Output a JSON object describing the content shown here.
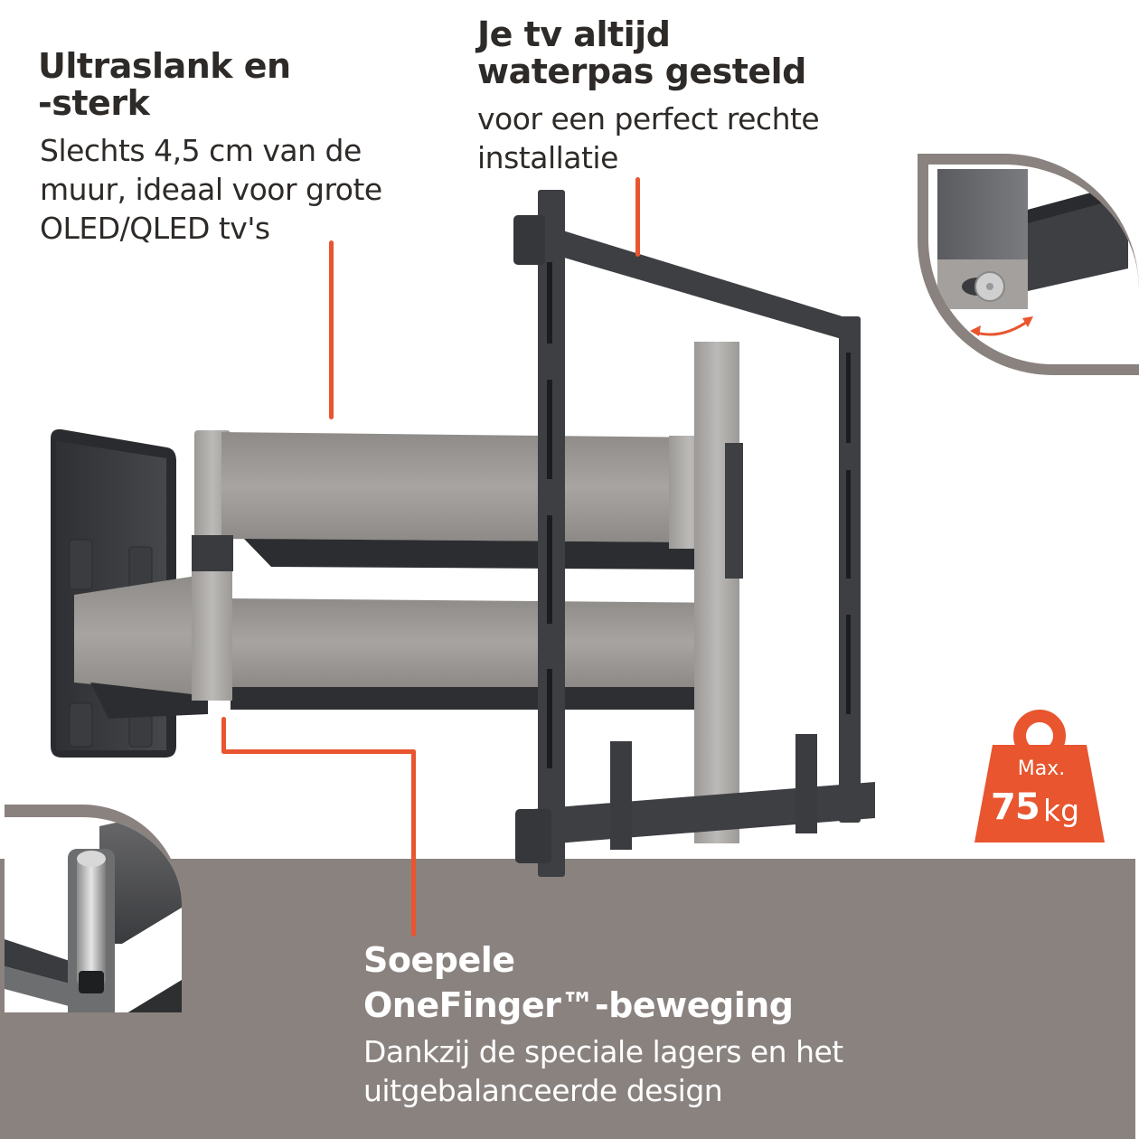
{
  "features": {
    "slim": {
      "title_line1": "Ultraslank en",
      "title_line2": "-sterk",
      "desc_line1": "Slechts 4,5 cm van de",
      "desc_line2": "muur, ideaal voor grote",
      "desc_line3": "OLED/QLED tv's"
    },
    "level": {
      "title_line1": "Je tv altijd",
      "title_line2": "waterpas gesteld",
      "desc_line1": "voor een perfect rechte",
      "desc_line2": "installatie"
    },
    "motion": {
      "title_line1": "Soepele",
      "title_line2": "OneFinger™-beweging",
      "desc_line1": "Dankzij de speciale lagers en het",
      "desc_line2": "uitgebalanceerde design"
    }
  },
  "weight_badge": {
    "label": "Max.",
    "value": "75",
    "unit": "kg",
    "icon": "weight-icon"
  },
  "colors": {
    "accent": "#e8552f",
    "band": "#8a827f",
    "text_dark": "#2e2a28",
    "mount_dark": "#3d3f43",
    "mount_silver": "#9a9693"
  }
}
